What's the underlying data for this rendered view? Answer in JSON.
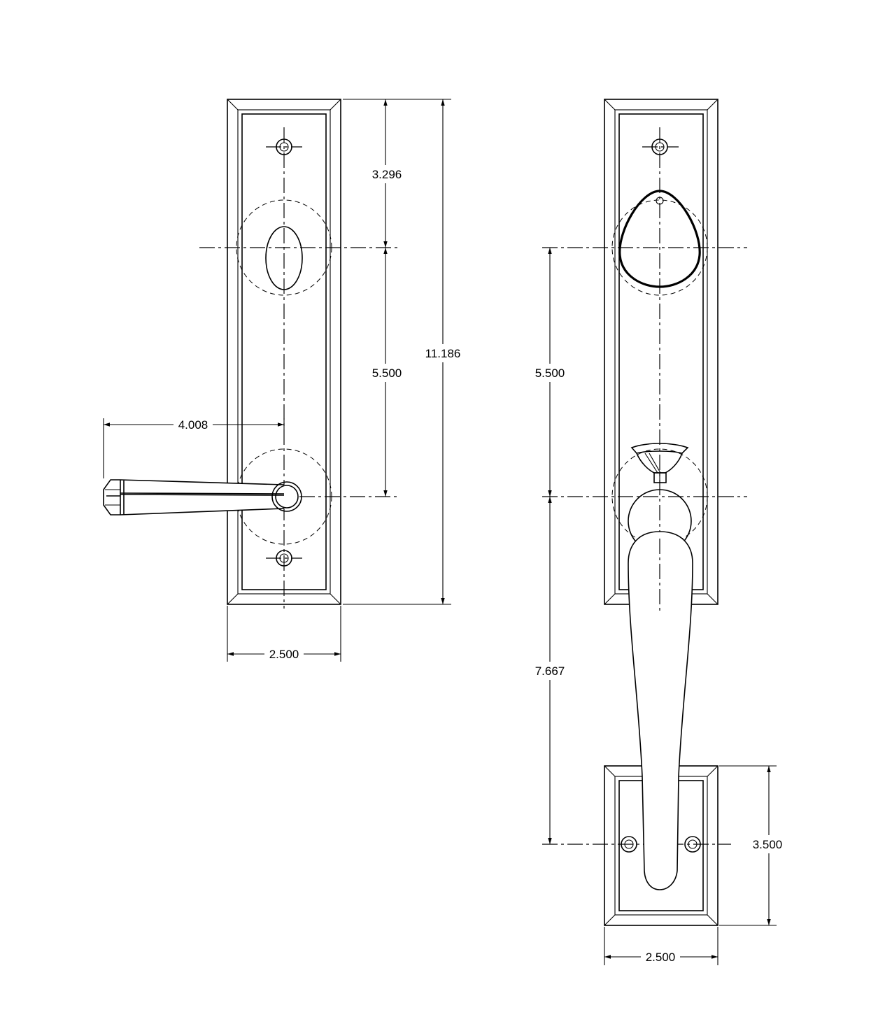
{
  "drawing": {
    "left_view": {
      "dim_height_total": "11.186",
      "dim_top_to_center": "3.296",
      "dim_center_to_center": "5.500",
      "dim_lever_length": "4.008",
      "dim_width": "2.500"
    },
    "right_view": {
      "dim_center_to_center": "5.500",
      "dim_handle_length": "7.667",
      "dim_bottom_plate_height": "3.500",
      "dim_bottom_plate_width": "2.500"
    }
  }
}
